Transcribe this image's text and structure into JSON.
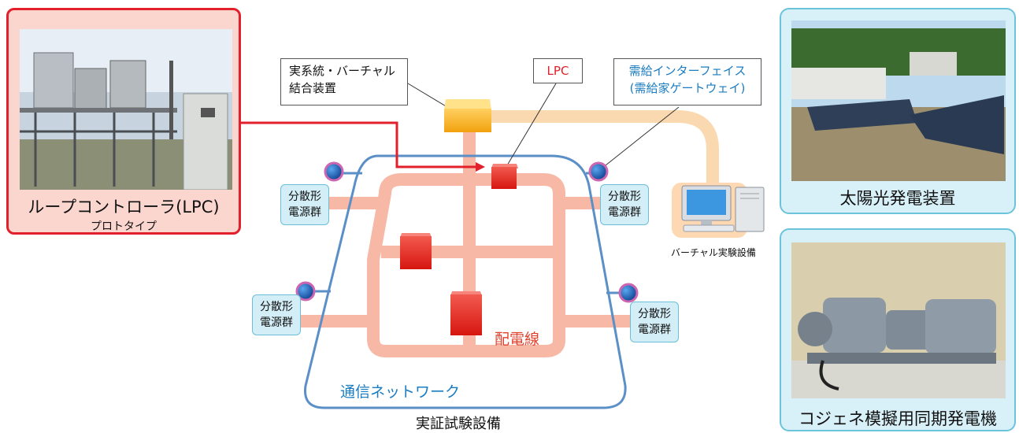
{
  "lpc_card": {
    "title": "ループコントローラ(LPC)",
    "subtitle": "プロトタイプ"
  },
  "callouts": {
    "coupling": [
      "実系統・バーチャル",
      "結合装置"
    ],
    "lpc": "LPC",
    "demand_interface": [
      "需給インターフェイス",
      "(需給家ゲートウェイ)"
    ]
  },
  "distributed_groups": [
    [
      "分散形",
      "電源群"
    ],
    [
      "分散形",
      "電源群"
    ],
    [
      "分散形",
      "電源群"
    ],
    [
      "分散形",
      "電源群"
    ]
  ],
  "labels": {
    "distribution_line": "配電線",
    "comm_network": "通信ネットワーク",
    "facility": "実証試験設備",
    "virtual_facility": "バーチャル実験設備"
  },
  "right_cards": {
    "solar": "太陽光発電装置",
    "cogen": "コジェネ模擬用同期発電機"
  },
  "colors": {
    "lpc_border": "#e2202b",
    "lpc_fill": "#fbd6cf",
    "card_border": "#6cc4dc",
    "card_fill": "#d8f0f8",
    "distribution_line": "#f5b8a4",
    "network_line": "#5b8fc7",
    "virtual_line": "#fbd9b0",
    "node": "#e8261f"
  }
}
